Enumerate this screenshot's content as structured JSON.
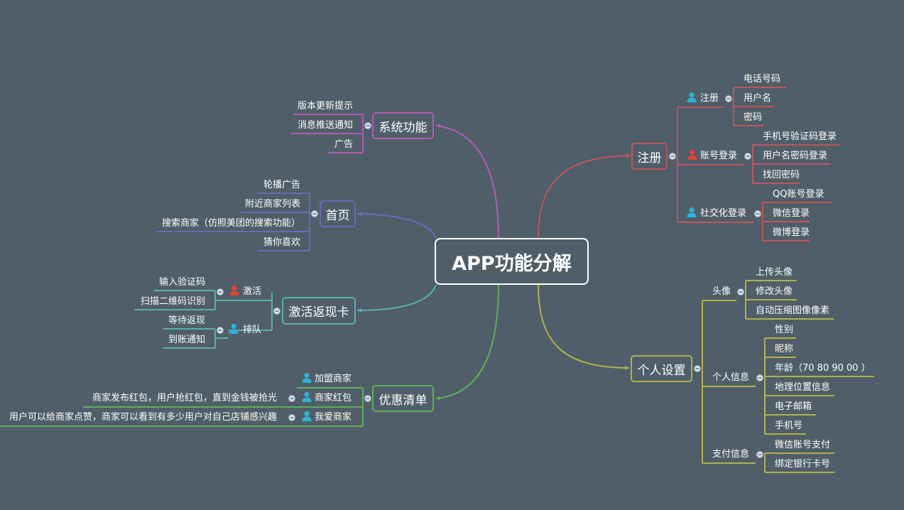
{
  "root": {
    "title": "APP功能分解"
  },
  "colors": {
    "background": "#4f5e68",
    "system": "#b05db3",
    "home": "#6a6ab8",
    "activate": "#5aaeae",
    "discount": "#5fae5a",
    "register": "#c0555e",
    "settings": "#b4b04e",
    "person_icon_blue": "#2eb0d8",
    "person_icon_red": "#e0453a"
  },
  "branches": {
    "system": {
      "title": "系统功能",
      "items": [
        "版本更新提示",
        "消息推送通知",
        "广告"
      ]
    },
    "home": {
      "title": "首页",
      "items": [
        "轮播广告",
        "附近商家列表",
        "搜索商家（仿照美团的搜索功能）",
        "猜你喜欢"
      ]
    },
    "activate": {
      "title": "激活返现卡",
      "groups": [
        {
          "label": "激活",
          "icon": "person-red-icon",
          "items": [
            "输入验证码",
            "扫描二维码识别"
          ]
        },
        {
          "label": "排队",
          "icon": "person-blue-icon",
          "items": [
            "等待返现",
            "到账通知"
          ]
        }
      ]
    },
    "discount": {
      "title": "优惠清单",
      "groups": [
        {
          "label": "加盟商家",
          "icon": "person-blue-icon",
          "items": []
        },
        {
          "label": "商家红包",
          "icon": "person-blue-icon",
          "items": [
            "商家发布红包，用户抢红包，直到金钱被抢光"
          ]
        },
        {
          "label": "我爱商家",
          "icon": "person-blue-icon",
          "items": [
            "用户可以给商家点赞，商家可以看到有多少用户对自己店铺感兴趣"
          ]
        }
      ]
    },
    "register": {
      "title": "注册",
      "groups": [
        {
          "label": "注册",
          "icon": "person-blue-icon",
          "items": [
            "电话号码",
            "用户名",
            "密码"
          ]
        },
        {
          "label": "账号登录",
          "icon": "person-red-icon",
          "items": [
            "手机号验证码登录",
            "用户名密码登录",
            "找回密码"
          ]
        },
        {
          "label": "社交化登录",
          "icon": "person-blue-icon",
          "items": [
            "QQ账号登录",
            "微信登录",
            "微博登录"
          ]
        }
      ]
    },
    "settings": {
      "title": "个人设置",
      "groups": [
        {
          "label": "头像",
          "icon": "",
          "items": [
            "上传头像",
            "修改头像",
            "自动压缩图像像素"
          ]
        },
        {
          "label": "个人信息",
          "icon": "",
          "items": [
            "性别",
            "昵称",
            "年龄（70 80 90 00 ）",
            "地理位置信息",
            "电子邮箱",
            "手机号"
          ]
        },
        {
          "label": "支付信息",
          "icon": "",
          "items": [
            "微信账号支付",
            "绑定银行卡号"
          ]
        }
      ]
    }
  }
}
